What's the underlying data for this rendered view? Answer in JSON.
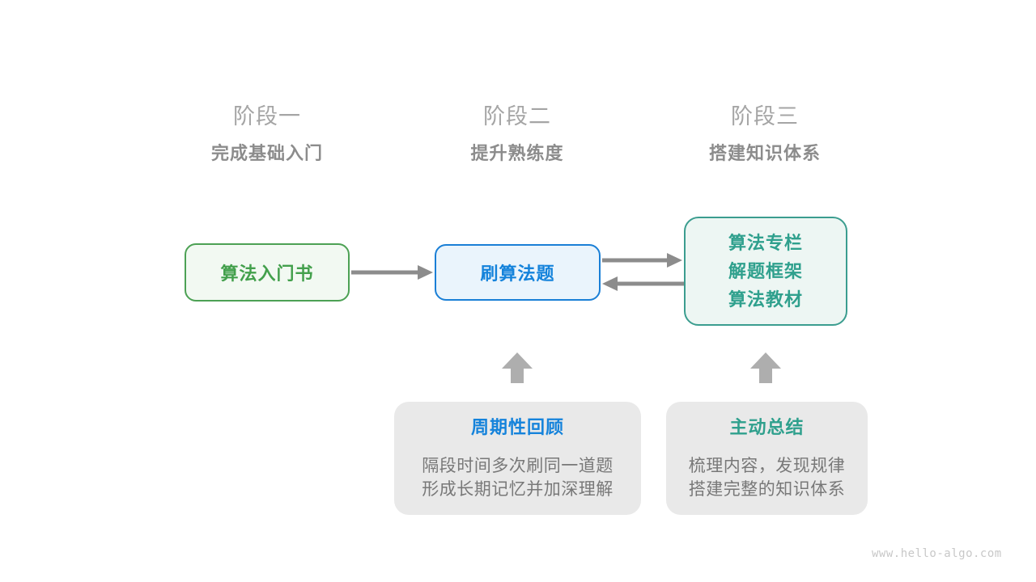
{
  "stages": [
    {
      "label": "阶段一",
      "subtitle": "完成基础入门"
    },
    {
      "label": "阶段二",
      "subtitle": "提升熟练度"
    },
    {
      "label": "阶段三",
      "subtitle": "搭建知识体系"
    }
  ],
  "nodes": {
    "intro_book": {
      "label": "算法入门书",
      "border_color": "#4ca154",
      "text_color": "#43a04c",
      "bg_color": "#f2f9f2"
    },
    "practice": {
      "label": "刷算法题",
      "border_color": "#1a7fd6",
      "text_color": "#1583db",
      "bg_color": "#eaf4fc"
    },
    "resources": {
      "lines": [
        "算法专栏",
        "解题框架",
        "算法教材"
      ],
      "border_color": "#3b9d8f",
      "text_color": "#2fa08d",
      "bg_color": "#edf6f3"
    }
  },
  "callouts": {
    "periodic_review": {
      "title": "周期性回顾",
      "title_color": "#1583db",
      "lines": [
        "隔段时间多次刷同一道题",
        "形成长期记忆并加深理解"
      ]
    },
    "active_summary": {
      "title": "主动总结",
      "title_color": "#2fa08d",
      "lines": [
        "梳理内容，发现规律",
        "搭建完整的知识体系"
      ]
    }
  },
  "colors": {
    "flow_arrow": "#8c8c8c",
    "up_arrow": "#aeaeae",
    "stage_label": "#a5a5a5",
    "stage_subtitle": "#8c8c8c",
    "callout_bg": "#e9e9e9",
    "callout_body": "#787878",
    "watermark": "#c8c8c8",
    "page_bg": "#ffffff"
  },
  "watermark": "www.hello-algo.com"
}
